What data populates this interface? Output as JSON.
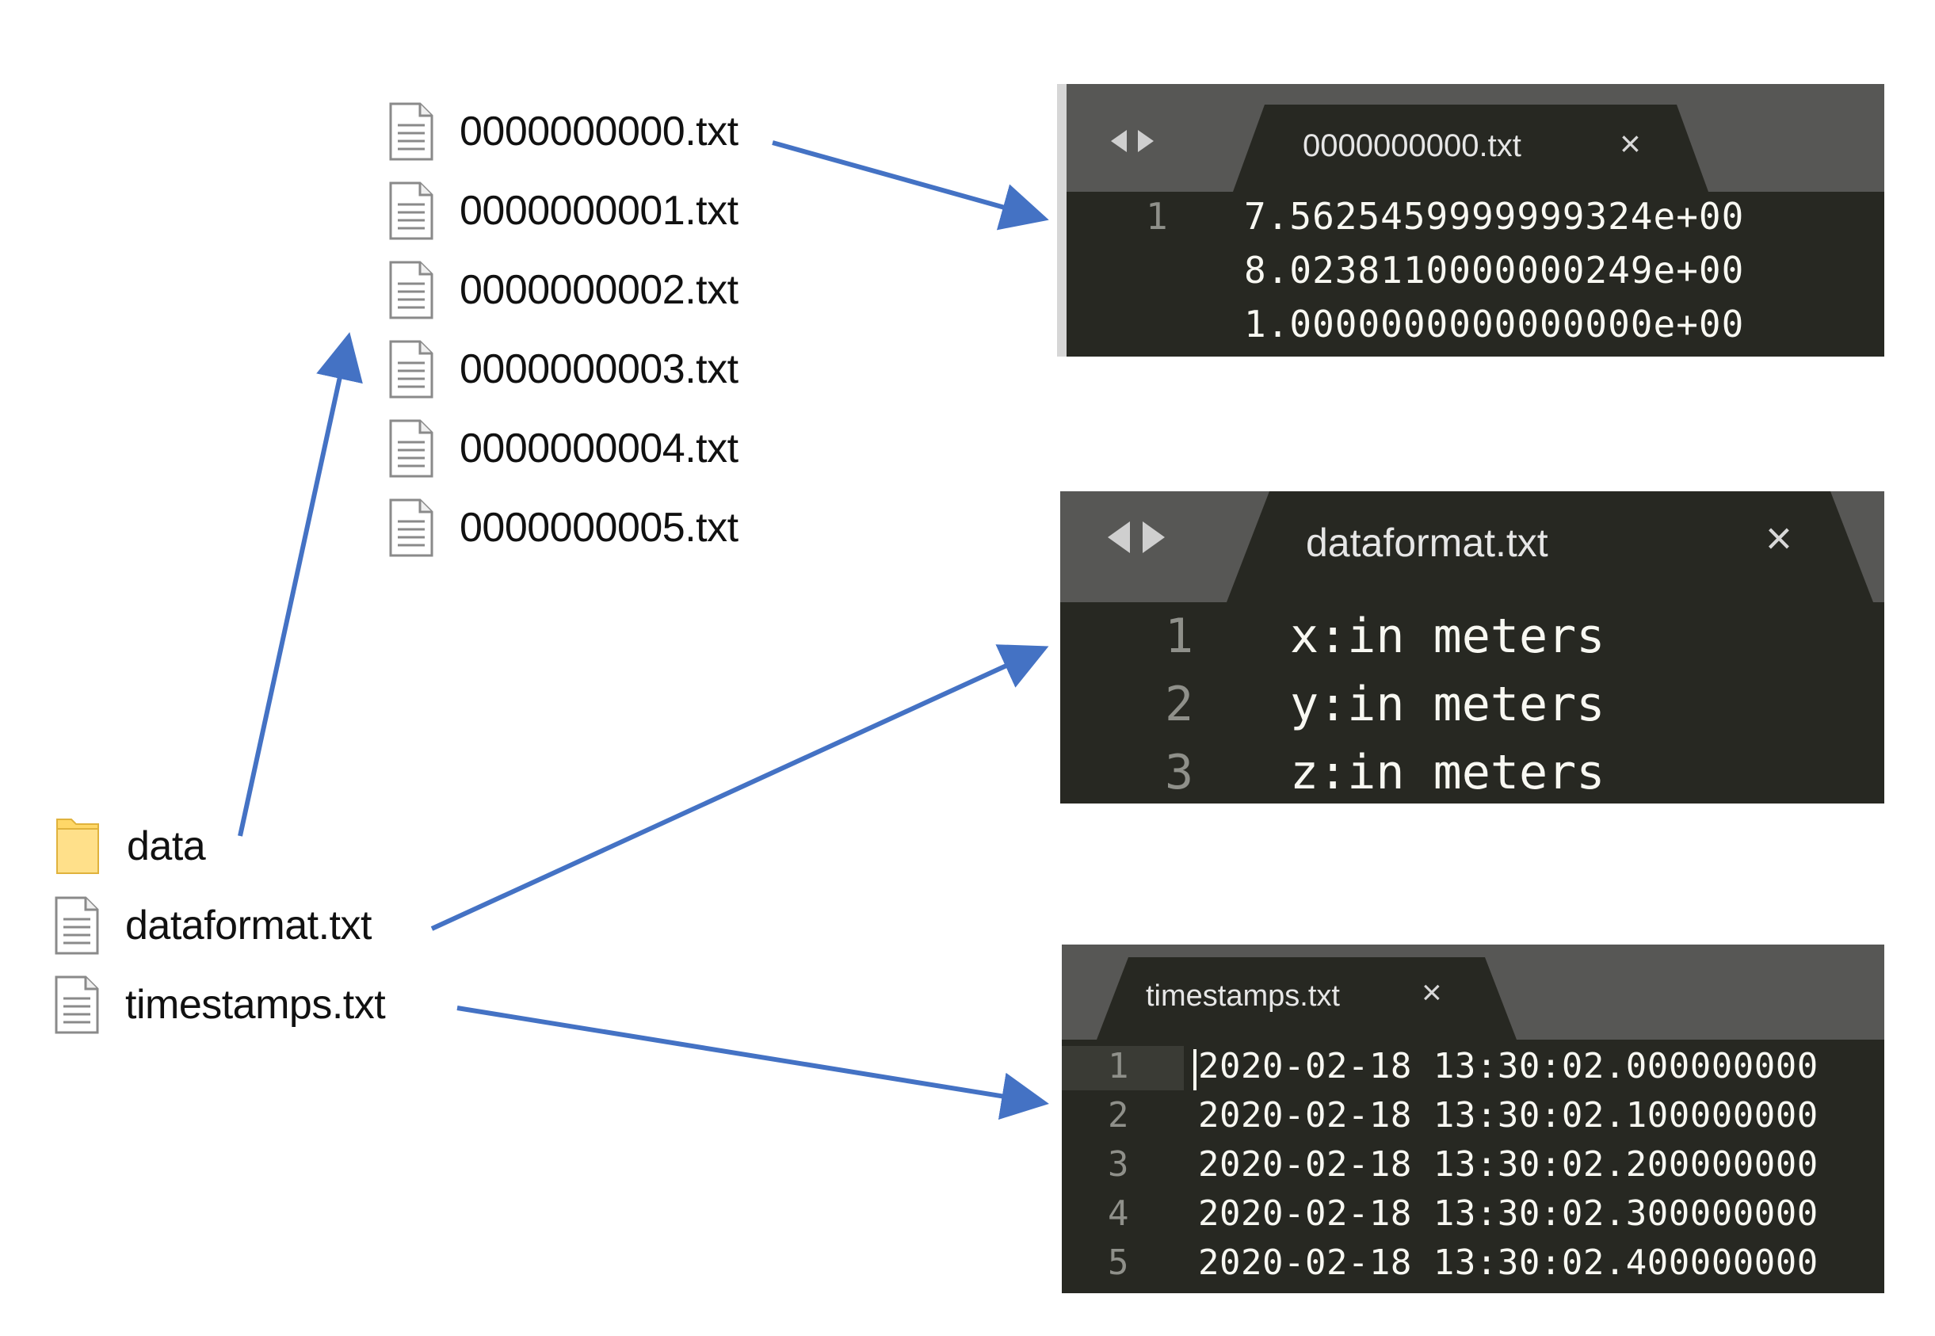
{
  "explorer": {
    "data_files": [
      {
        "name": "0000000000.txt",
        "icon": "text-file-icon"
      },
      {
        "name": "0000000001.txt",
        "icon": "text-file-icon"
      },
      {
        "name": "0000000002.txt",
        "icon": "text-file-icon"
      },
      {
        "name": "0000000003.txt",
        "icon": "text-file-icon"
      },
      {
        "name": "0000000004.txt",
        "icon": "text-file-icon"
      },
      {
        "name": "0000000005.txt",
        "icon": "text-file-icon"
      }
    ],
    "root_items": [
      {
        "name": "data",
        "icon": "folder-icon"
      },
      {
        "name": "dataformat.txt",
        "icon": "text-file-icon"
      },
      {
        "name": "timestamps.txt",
        "icon": "text-file-icon"
      }
    ]
  },
  "editors": {
    "data_sample": {
      "tab_title": "0000000000.txt",
      "close_glyph": "×",
      "lines": [
        {
          "number": "1",
          "text": "7.5625459999999324e+00"
        },
        {
          "number": "",
          "text": "8.0238110000000249e+00"
        },
        {
          "number": "",
          "text": "1.0000000000000000e+00"
        }
      ]
    },
    "dataformat": {
      "tab_title": "dataformat.txt",
      "close_glyph": "×",
      "lines": [
        {
          "number": "1",
          "text": "x:in meters"
        },
        {
          "number": "2",
          "text": "y:in meters"
        },
        {
          "number": "3",
          "text": "z:in meters"
        }
      ]
    },
    "timestamps": {
      "tab_title": "timestamps.txt",
      "close_glyph": "×",
      "lines": [
        {
          "number": "1",
          "text": "2020-02-18 13:30:02.000000000"
        },
        {
          "number": "2",
          "text": "2020-02-18 13:30:02.100000000"
        },
        {
          "number": "3",
          "text": "2020-02-18 13:30:02.200000000"
        },
        {
          "number": "4",
          "text": "2020-02-18 13:30:02.300000000"
        },
        {
          "number": "5",
          "text": "2020-02-18 13:30:02.400000000"
        }
      ]
    }
  },
  "colors": {
    "arrow": "#4472c4",
    "editor_background": "#272822",
    "tab_bar": "#575755",
    "folder": "#ffd767"
  }
}
